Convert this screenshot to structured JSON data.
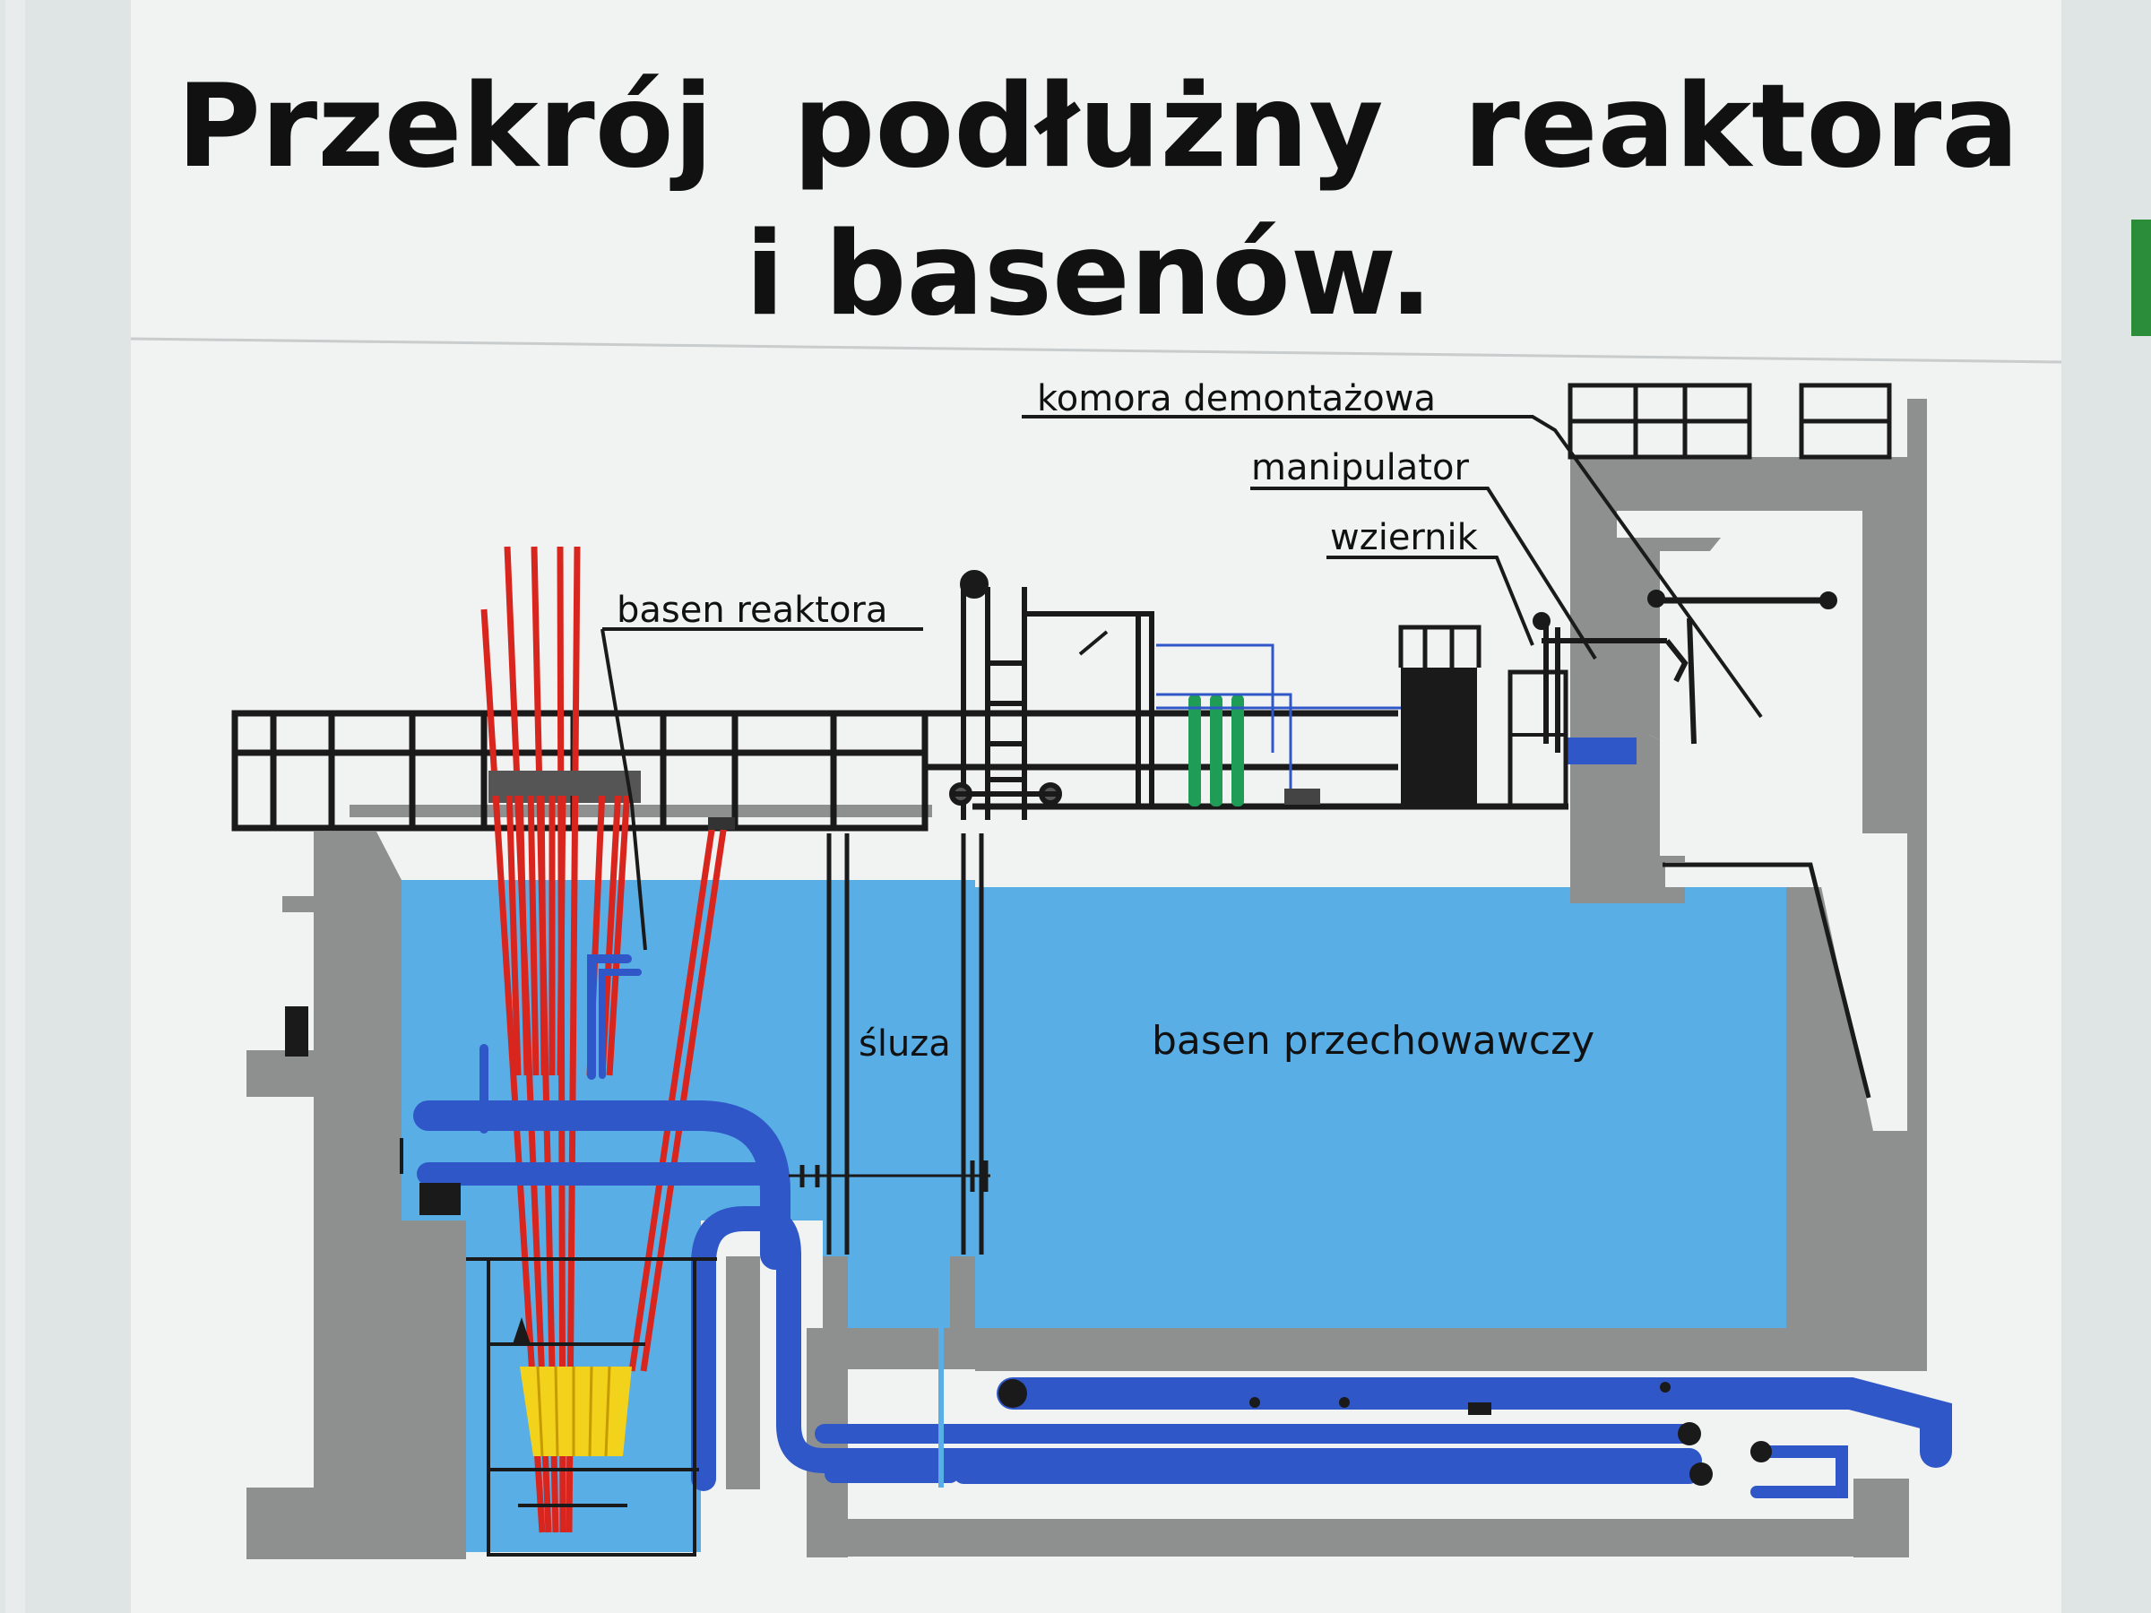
{
  "poster": {
    "title_line1": "Przekrój  podłużny  reaktora",
    "title_line2": "i basenów."
  },
  "labels": {
    "komora": "komora demontażowa",
    "manipulator": "manipulator",
    "wziernik": "wziernik",
    "basen_reaktora": "basen reaktora",
    "sluza": "śluza",
    "basen_przechowawczy": "basen przechowawczy"
  },
  "colors": {
    "water": "#5aaee6",
    "concrete": "#8e9090",
    "pipe": "#2f57c8",
    "rod": "#d8261e",
    "core": "#f2d21a",
    "cylinders": "#1f9c55",
    "frame": "#1a1a1a",
    "board": "#f1f2f2",
    "wall": "#dfe4e4"
  }
}
